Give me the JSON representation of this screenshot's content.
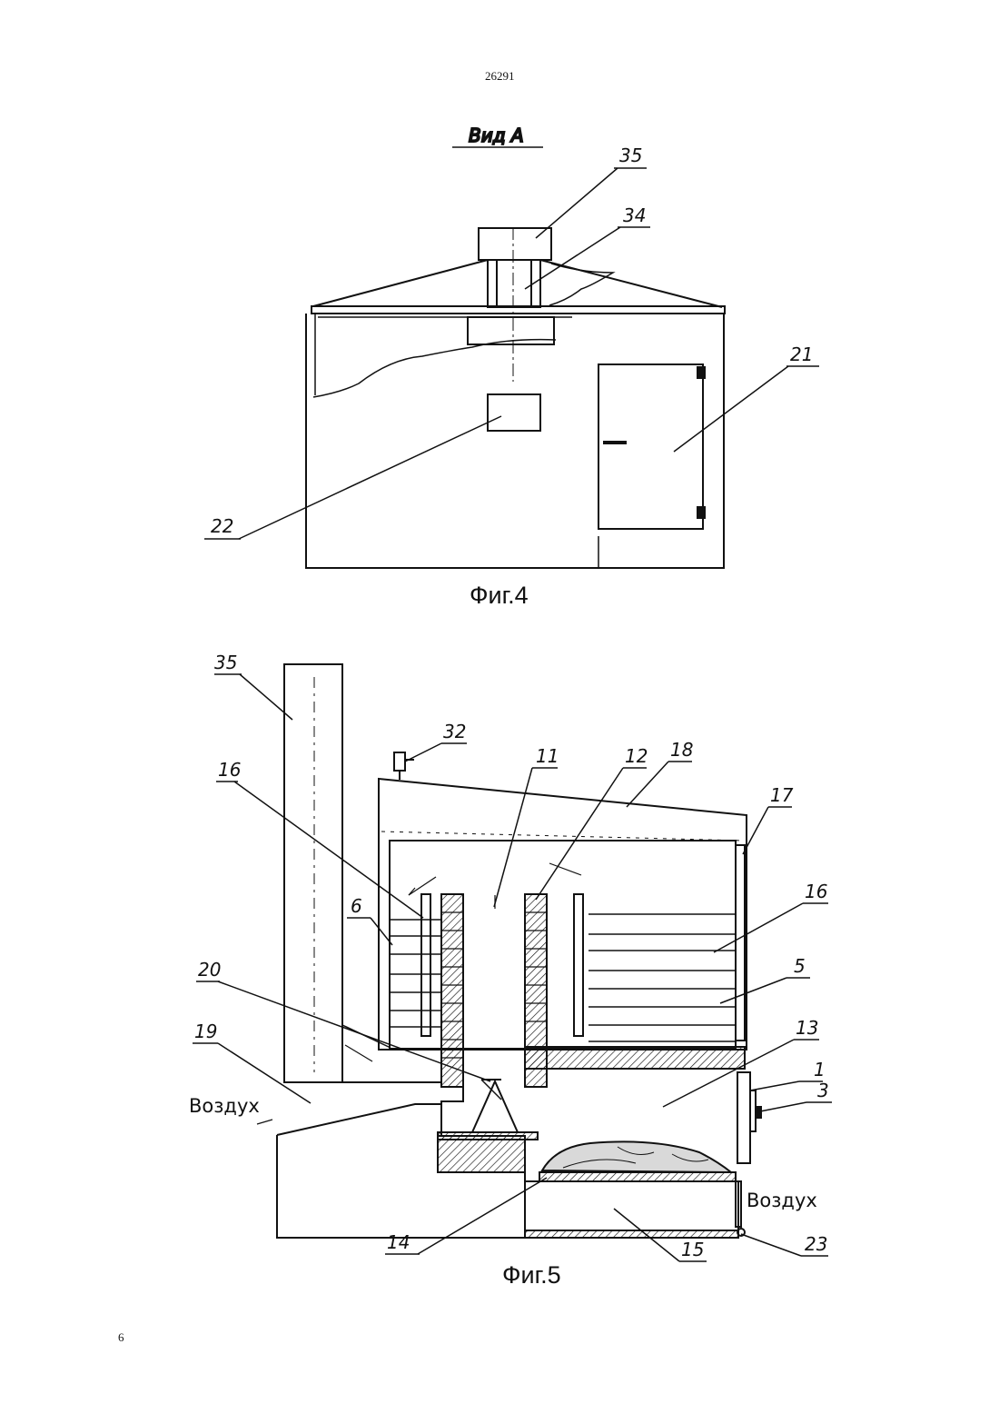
{
  "page": {
    "header_number": "26291",
    "footer_number": "6"
  },
  "figure4": {
    "view_label": "Вид А",
    "caption": "Фиг.4",
    "labels": {
      "l35": "35",
      "l34": "34",
      "l21": "21",
      "l22": "22"
    }
  },
  "figure5": {
    "caption": "Фиг.5",
    "air_left": "Воздух",
    "air_right": "Воздух",
    "labels": {
      "l35": "35",
      "l32": "32",
      "l11": "11",
      "l12": "12",
      "l18": "18",
      "l16a": "16",
      "l17": "17",
      "l6": "6",
      "l16b": "16",
      "l5": "5",
      "l20": "20",
      "l19": "19",
      "l13": "13",
      "l1": "1",
      "l3": "3",
      "l14": "14",
      "l15": "15",
      "l23": "23"
    }
  }
}
